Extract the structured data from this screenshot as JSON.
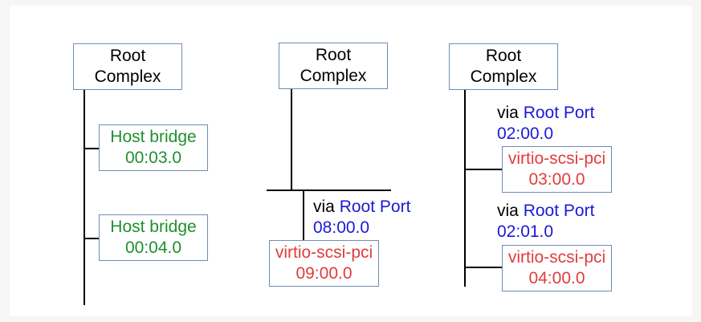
{
  "diagrams": [
    {
      "root": {
        "line1": "Root",
        "line2": "Complex"
      },
      "children": [
        {
          "name": "Host bridge",
          "addr": "00:03.0"
        },
        {
          "name": "Host bridge",
          "addr": "00:04.0"
        }
      ]
    },
    {
      "root": {
        "line1": "Root",
        "line2": "Complex"
      },
      "port": {
        "via": "via",
        "name": "Root Port",
        "addr": "08:00.0"
      },
      "device": {
        "name": "virtio-scsi-pci",
        "addr": "09:00.0"
      }
    },
    {
      "root": {
        "line1": "Root",
        "line2": "Complex"
      },
      "ports": [
        {
          "via": "via",
          "name": "Root Port",
          "addr": "02:00.0",
          "device": {
            "name": "virtio-scsi-pci",
            "addr": "03:00.0"
          }
        },
        {
          "via": "via",
          "name": "Root Port",
          "addr": "02:01.0",
          "device": {
            "name": "virtio-scsi-pci",
            "addr": "04:00.0"
          }
        }
      ]
    }
  ],
  "colors": {
    "host_bridge": "#1f8f2f",
    "device": "#e03c3c",
    "root_port": "#1a1ad6",
    "box_border": "#6f8db5"
  }
}
